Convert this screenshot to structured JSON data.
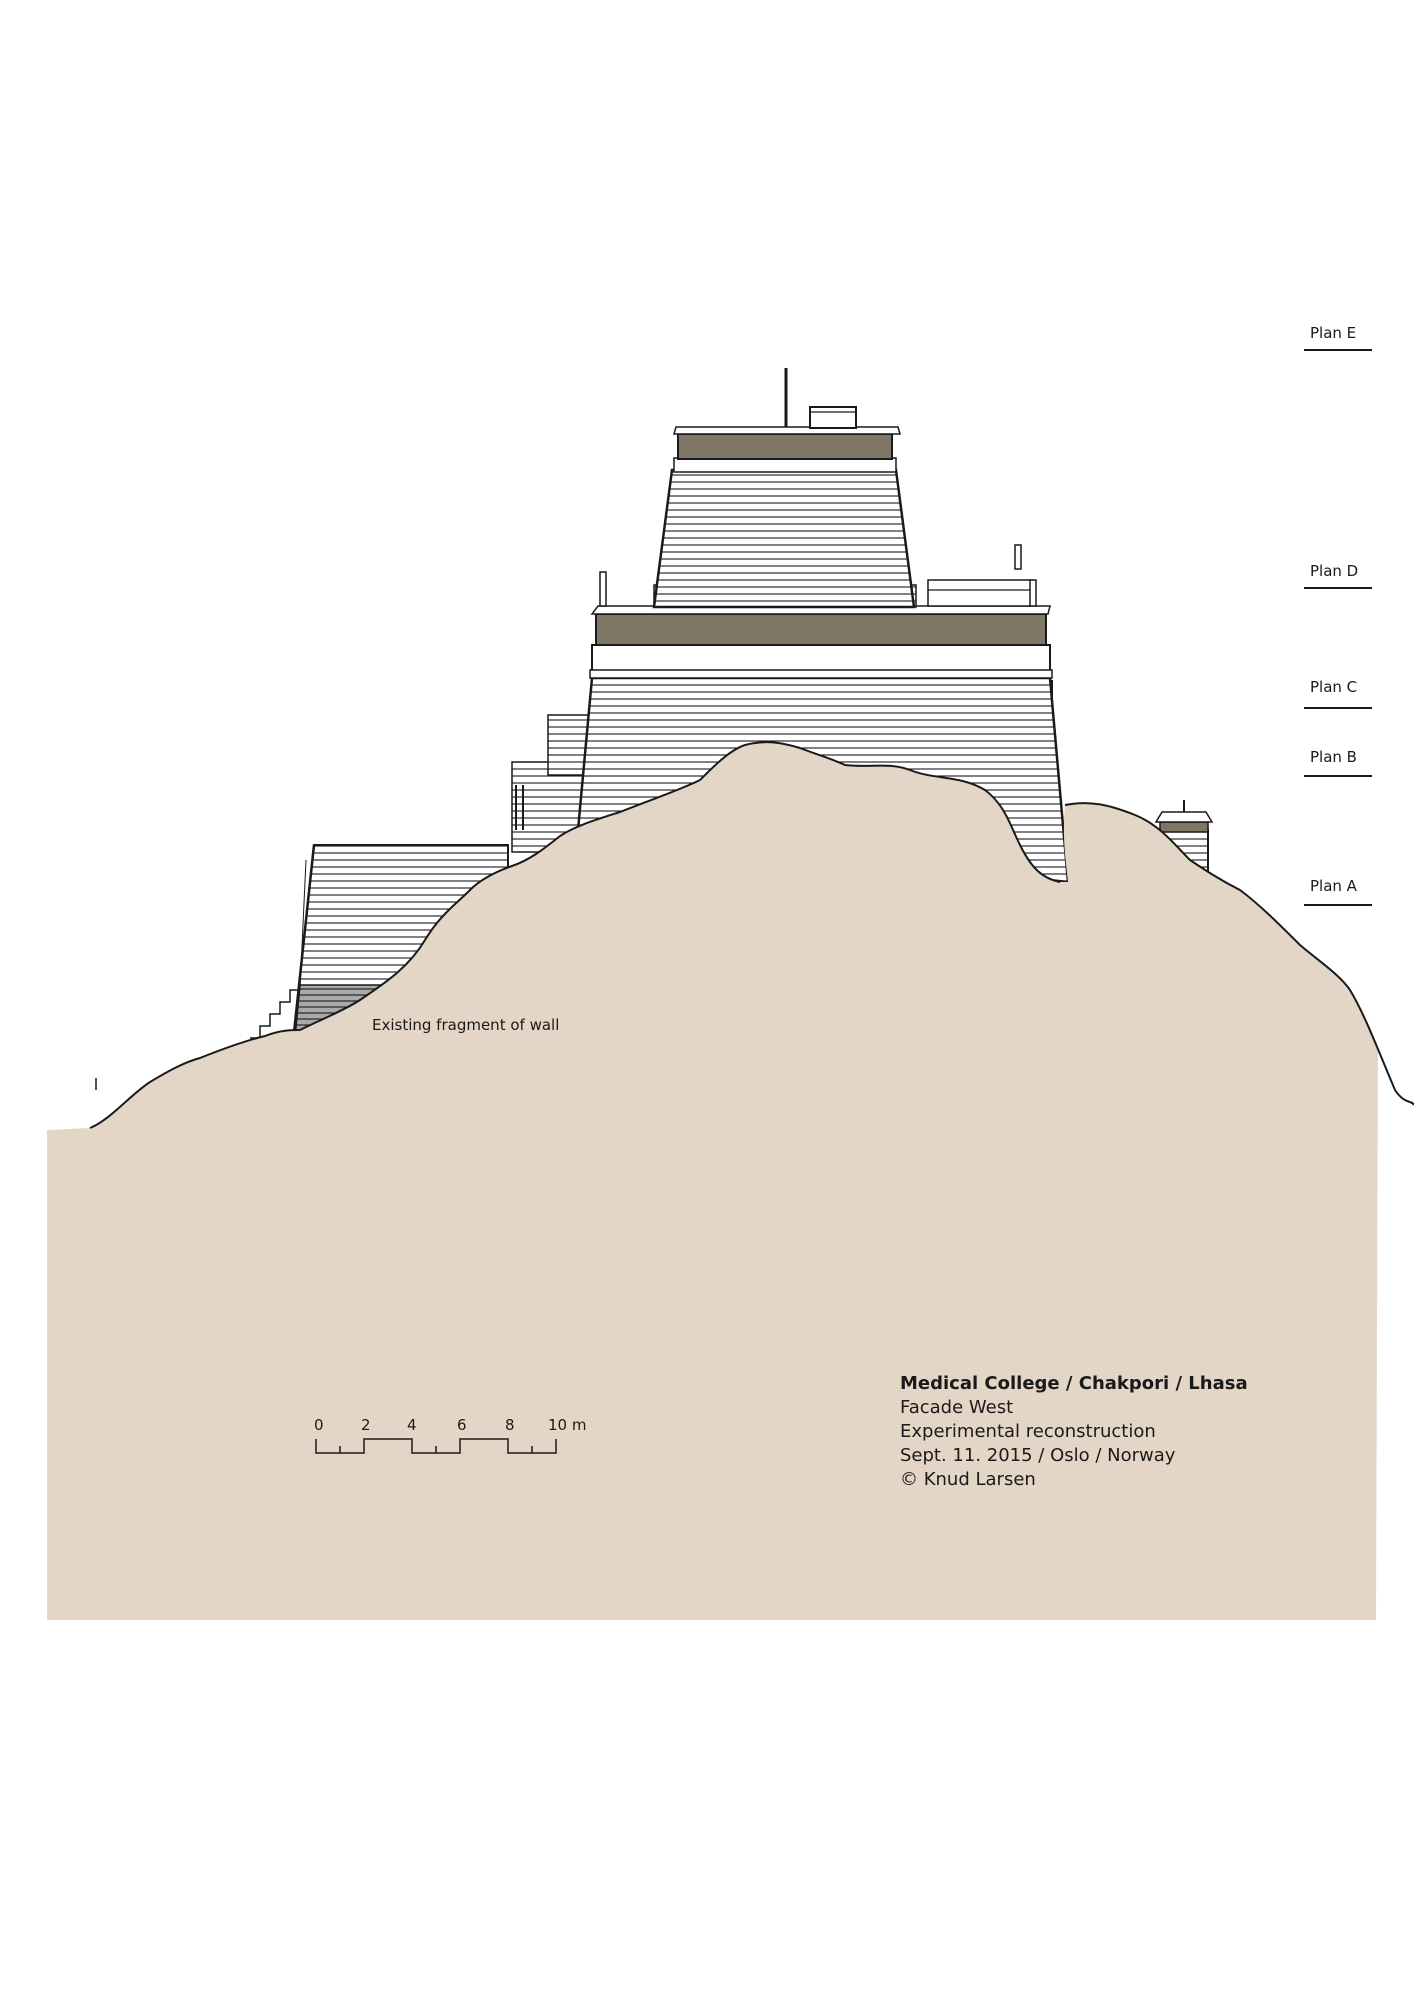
{
  "drawing": {
    "title": "Medical College / Chakpori / Lhasa",
    "subtitle": "Facade West",
    "description": "Experimental reconstruction",
    "date_place": "Sept. 11. 2015 / Oslo / Norway",
    "copyright": "© Knud Larsen",
    "annotation": "Existing fragment of wall"
  },
  "plans": [
    {
      "label": "Plan E"
    },
    {
      "label": "Plan D"
    },
    {
      "label": "Plan C"
    },
    {
      "label": "Plan B"
    },
    {
      "label": "Plan A"
    }
  ],
  "scale_bar": {
    "ticks": [
      "0",
      "2",
      "4",
      "6",
      "8",
      "10 m"
    ]
  },
  "colors": {
    "ground": "#e3d6c6",
    "roof_band": "#807666",
    "line": "#1a1a1a",
    "fragment_shade": "#9a9a9a"
  }
}
